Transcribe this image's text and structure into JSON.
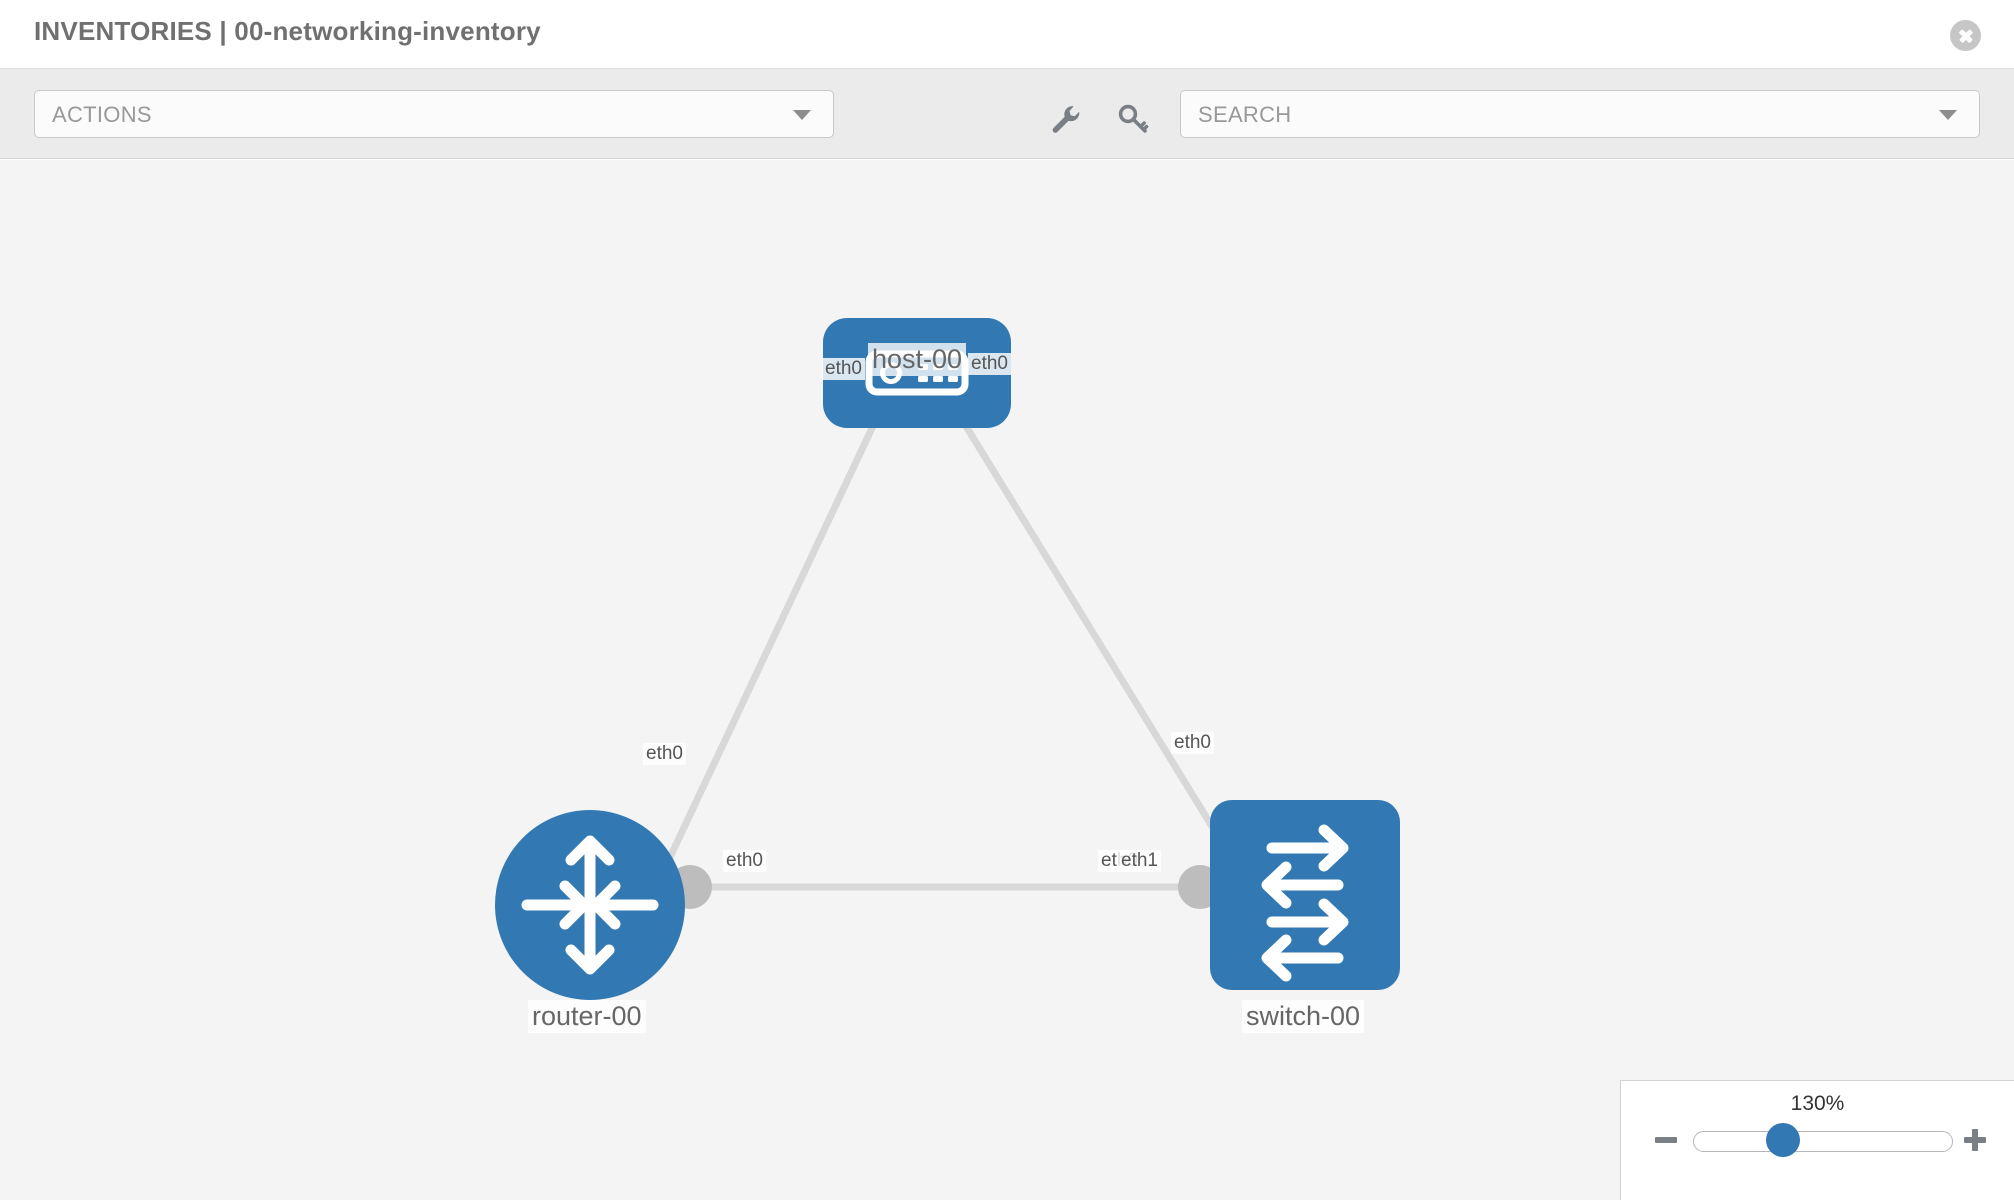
{
  "header": {
    "title": "INVENTORIES | 00-networking-inventory",
    "close_icon": "close-icon"
  },
  "toolbar": {
    "actions_label": "ACTIONS",
    "actions_caret_icon": "chevron-down-icon",
    "wrench_icon": "wrench-icon",
    "key_icon": "key-icon",
    "search_placeholder": "SEARCH",
    "search_caret_icon": "chevron-down-icon"
  },
  "topology": {
    "nodes": [
      {
        "id": "host-00",
        "label": "host-00",
        "type": "host",
        "icon": "server-icon",
        "color": "#3279b3"
      },
      {
        "id": "router-00",
        "label": "router-00",
        "type": "router",
        "icon": "router-arrows-icon",
        "color": "#3279b3"
      },
      {
        "id": "switch-00",
        "label": "switch-00",
        "type": "switch",
        "icon": "switch-arrows-icon",
        "color": "#3279b3"
      }
    ],
    "links": [
      {
        "from": "host-00",
        "to": "router-00",
        "from_interface": "eth0",
        "to_interface": "eth0"
      },
      {
        "from": "host-00",
        "to": "switch-00",
        "from_interface": "eth0",
        "to_interface": "eth0"
      },
      {
        "from": "router-00",
        "to": "switch-00",
        "from_interface": "eth0",
        "to_interface": "eth1"
      }
    ],
    "interface_labels": {
      "host_left": "eth0",
      "host_right": "eth0",
      "router_up": "eth0",
      "switch_up": "eth0",
      "router_mid": "eth0",
      "switch_mid_hidden": "eth0",
      "switch_mid": "eth1"
    },
    "edge_color": "#d8d8d8",
    "connector_color": "#bdbdbd",
    "canvas_color": "#f4f4f4"
  },
  "zoom_control": {
    "percent": "130%",
    "minus_icon": "minus-icon",
    "plus_icon": "plus-icon",
    "value": 130,
    "min": 0,
    "max": 220
  }
}
